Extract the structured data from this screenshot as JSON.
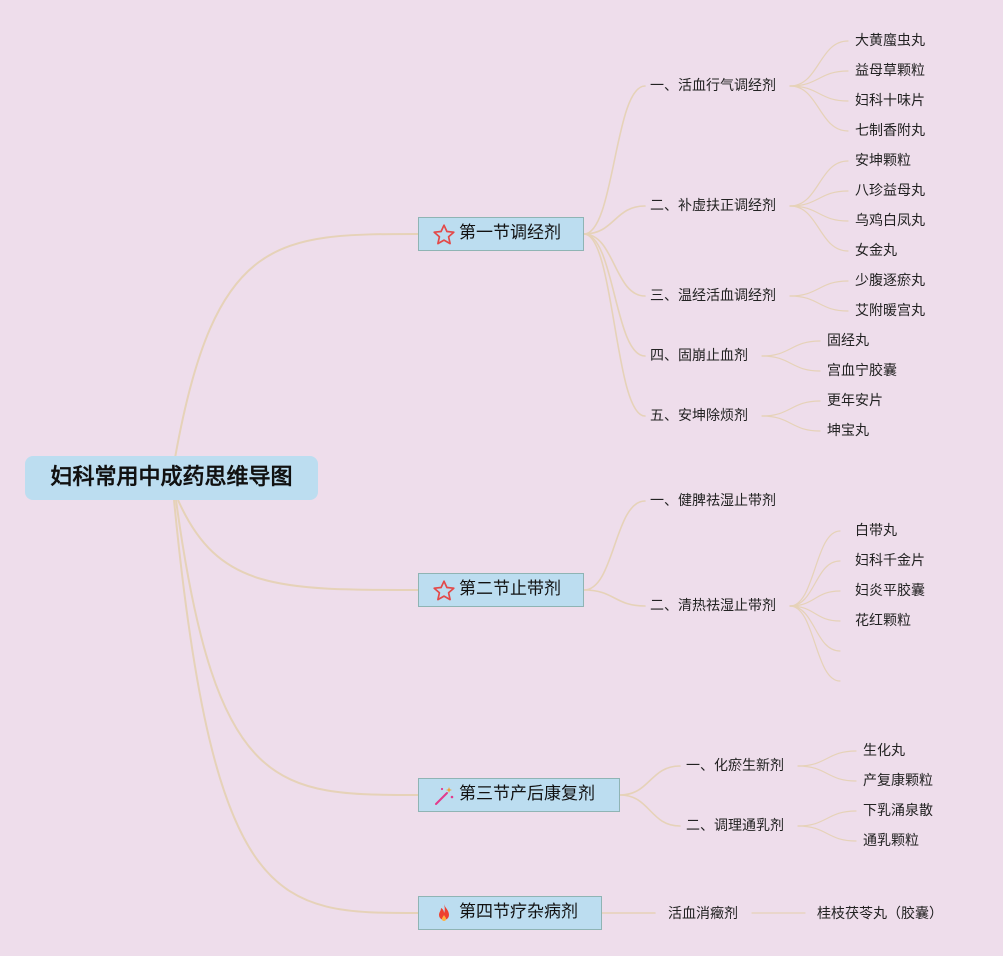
{
  "root": {
    "title": "妇科常用中成药思维导图"
  },
  "colors": {
    "background": "#EEDDEB",
    "node_fill": "#BCDDF0",
    "connector": "#E6D2B8",
    "star": "#E34949",
    "fire": "#EE4030",
    "wand": "#E23C8C"
  },
  "sections": [
    {
      "title": "第一节调经剂",
      "icon": "star-icon",
      "groups": [
        {
          "title": "一、活血行气调经剂",
          "items": [
            "大黄䗪虫丸",
            "益母草颗粒",
            "妇科十味片",
            "七制香附丸"
          ]
        },
        {
          "title": "二、补虚扶正调经剂",
          "items": [
            "安坤颗粒",
            "八珍益母丸",
            "乌鸡白凤丸",
            "女金丸"
          ]
        },
        {
          "title": "三、温经活血调经剂",
          "items": [
            "少腹逐瘀丸",
            "艾附暖宫丸"
          ]
        },
        {
          "title": "四、固崩止血剂",
          "items": [
            "固经丸",
            "宫血宁胶囊"
          ]
        },
        {
          "title": "五、安坤除烦剂",
          "items": [
            "更年安片",
            "坤宝丸"
          ]
        }
      ]
    },
    {
      "title": "第二节止带剂",
      "icon": "star-icon",
      "groups": [
        {
          "title": "一、健脾祛湿止带剂",
          "items": []
        },
        {
          "title": "二、清热祛湿止带剂",
          "items": [
            "白带丸",
            "妇科千金片",
            "妇炎平胶囊",
            "花红颗粒",
            "",
            ""
          ]
        }
      ]
    },
    {
      "title": "第三节产后康复剂",
      "icon": "magic-wand-icon",
      "groups": [
        {
          "title": "一、化瘀生新剂",
          "items": [
            "生化丸",
            "产复康颗粒"
          ]
        },
        {
          "title": "二、调理通乳剂",
          "items": [
            "下乳涌泉散",
            "通乳颗粒"
          ]
        }
      ]
    },
    {
      "title": "第四节疗杂病剂",
      "icon": "fire-icon",
      "groups": [
        {
          "title": "活血消癥剂",
          "items": [
            "桂枝茯苓丸（胶囊）"
          ]
        }
      ]
    }
  ]
}
